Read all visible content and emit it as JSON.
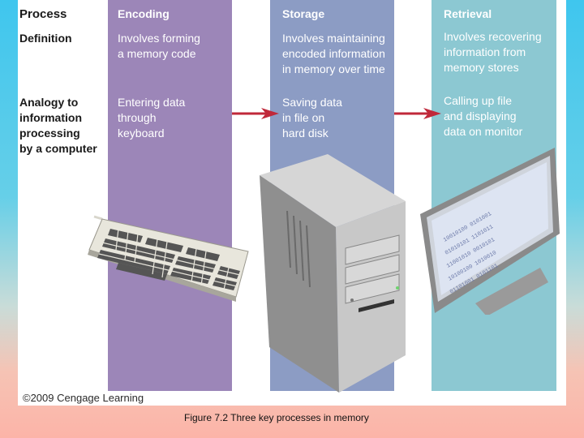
{
  "rows": {
    "process": "Process",
    "definition": "Definition",
    "analogy": "Analogy to\ninformation\nprocessing\nby a computer"
  },
  "columns": [
    {
      "title": "Encoding",
      "definition": "Involves forming\na memory code",
      "analogy": "Entering data\nthrough\nkeyboard"
    },
    {
      "title": "Storage",
      "definition": "Involves maintaining\nencoded information\nin memory over time",
      "analogy": "Saving data\nin file on\nhard disk"
    },
    {
      "title": "Retrieval",
      "definition": "Involves recovering\ninformation from\nmemory stores",
      "analogy": "Calling up file\nand displaying\ndata on monitor"
    }
  ],
  "copyright": "©2009 Cengage Learning",
  "caption": "Figure 7.2  Three key processes in memory",
  "icons": [
    "keyboard-icon",
    "computer-tower-icon",
    "monitor-icon",
    "arrow-right-icon"
  ],
  "colors": {
    "encoding": "#9c86b8",
    "storage": "#8c9cc4",
    "retrieval": "#8cc8d2",
    "arrow": "#c0283a"
  }
}
